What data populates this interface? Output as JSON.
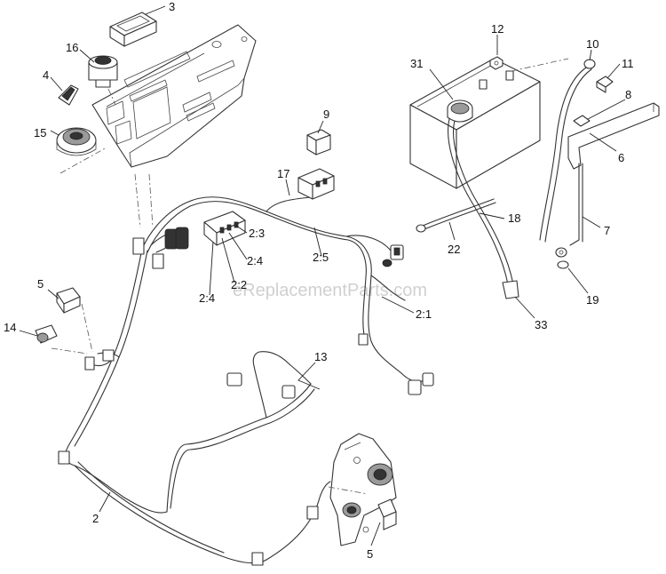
{
  "watermark": "eReplacementParts.com",
  "callouts": [
    {
      "id": "c3",
      "text": "3"
    },
    {
      "id": "c16",
      "text": "16"
    },
    {
      "id": "c4",
      "text": "4"
    },
    {
      "id": "c15",
      "text": "15"
    },
    {
      "id": "c9",
      "text": "9"
    },
    {
      "id": "c17",
      "text": "17"
    },
    {
      "id": "c2_3",
      "text": "2:3"
    },
    {
      "id": "c2_4a",
      "text": "2:4"
    },
    {
      "id": "c2_2",
      "text": "2:2"
    },
    {
      "id": "c2_4b",
      "text": "2:4"
    },
    {
      "id": "c2_5",
      "text": "2:5"
    },
    {
      "id": "c2_1",
      "text": "2:1"
    },
    {
      "id": "c5a",
      "text": "5"
    },
    {
      "id": "c14",
      "text": "14"
    },
    {
      "id": "c13",
      "text": "13"
    },
    {
      "id": "c2",
      "text": "2"
    },
    {
      "id": "c5b",
      "text": "5"
    },
    {
      "id": "c12",
      "text": "12"
    },
    {
      "id": "c31",
      "text": "31"
    },
    {
      "id": "c10",
      "text": "10"
    },
    {
      "id": "c11",
      "text": "11"
    },
    {
      "id": "c8",
      "text": "8"
    },
    {
      "id": "c6",
      "text": "6"
    },
    {
      "id": "c7",
      "text": "7"
    },
    {
      "id": "c18",
      "text": "18"
    },
    {
      "id": "c22",
      "text": "22"
    },
    {
      "id": "c19",
      "text": "19"
    },
    {
      "id": "c33",
      "text": "33"
    }
  ]
}
